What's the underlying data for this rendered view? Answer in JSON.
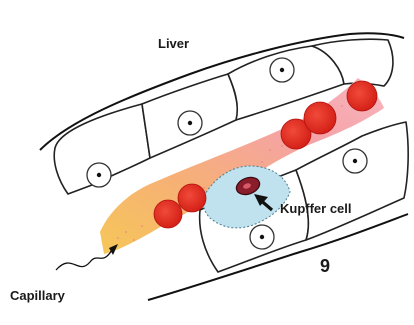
{
  "labels": {
    "liver": "Liver",
    "kupffer_cell": "Kupffer cell",
    "capillary": "Capillary",
    "figure_number": "9"
  },
  "colors": {
    "background": "#ffffff",
    "cell_outline": "#222222",
    "red_blood_cell": "#e8251c",
    "capillary_wash": "#f4a23a",
    "kupffer_cytoplasm": "#bfe2ee",
    "kupffer_nucleus": "#8a1d2a",
    "label_text": "#1a1a1a"
  }
}
